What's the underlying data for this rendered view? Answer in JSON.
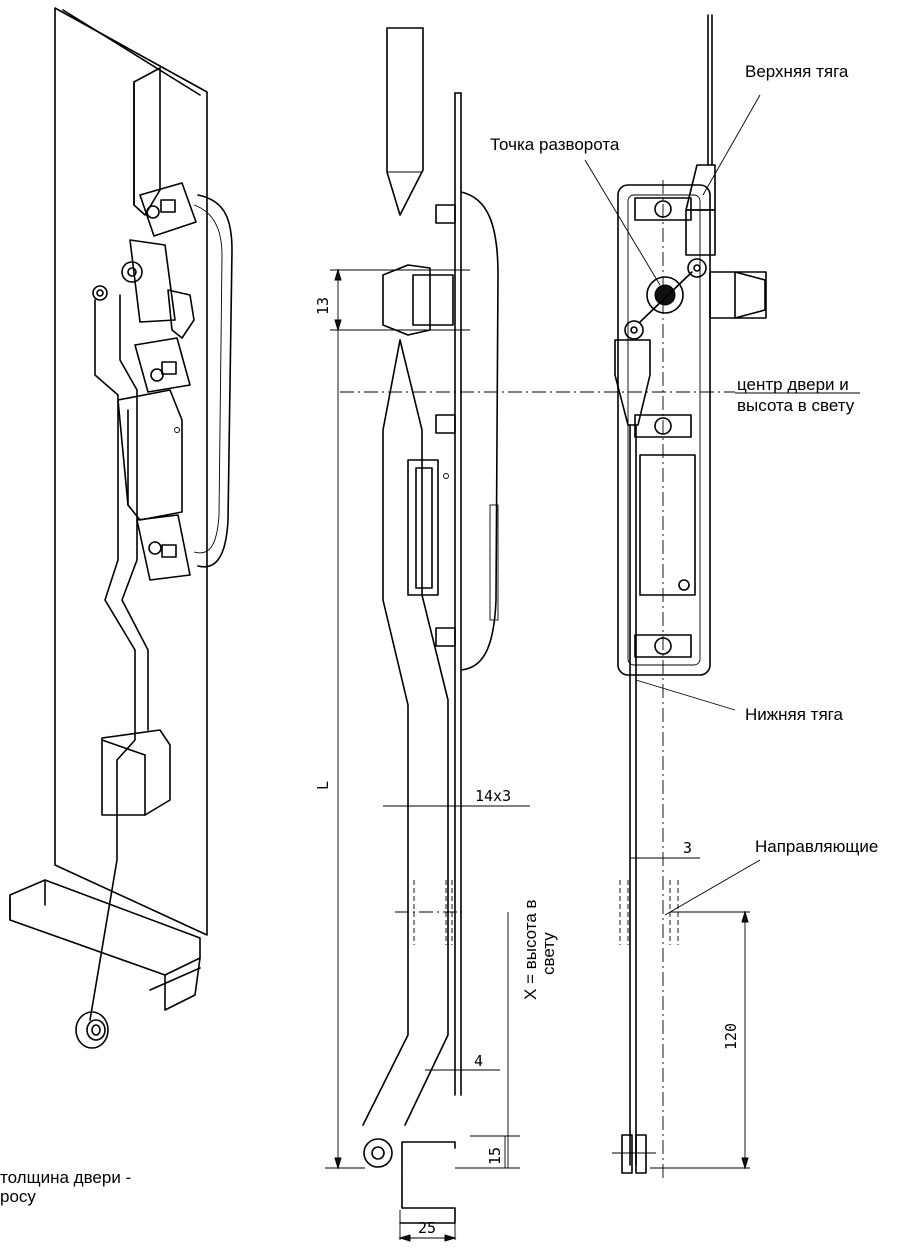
{
  "callouts": {
    "upper_rod": "Верхняя тяга",
    "pivot_point": "Точка разворота",
    "door_center_1": "центр двери и",
    "door_center_2": "высота в свету",
    "lower_rod": "Нижняя тяга",
    "guides": "Направляющие"
  },
  "dimensions": {
    "d13": "13",
    "dL": "L",
    "d14x3": "14x3",
    "d3": "3",
    "dX_1": "X = высота в",
    "dX_2": "свету",
    "d120": "120",
    "d4": "4",
    "d15": "15",
    "d25": "25"
  },
  "footnote": {
    "line1": "толщина двери -",
    "line2": "росу"
  }
}
